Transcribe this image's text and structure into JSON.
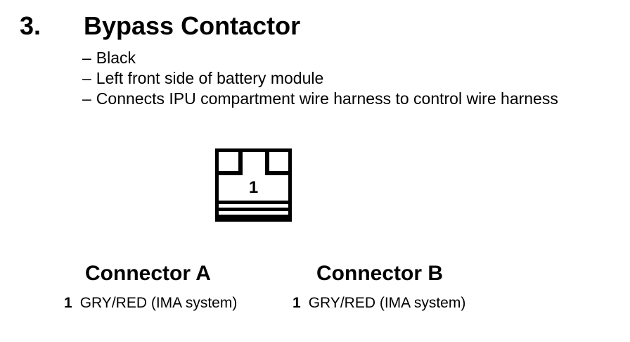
{
  "colors": {
    "ink": "#000000",
    "paper": "#ffffff"
  },
  "section": {
    "number": "3.",
    "title": "Bypass Contactor"
  },
  "features": {
    "bullet": "–",
    "items": [
      "Black",
      "Left front side of battery module",
      "Connects IPU compartment wire harness to control wire harness"
    ]
  },
  "diagram": {
    "cavity_label": "1"
  },
  "connectors": [
    {
      "title": "Connector A",
      "pins": [
        {
          "number": "1",
          "wire": "GRY/RED (IMA system)"
        }
      ]
    },
    {
      "title": "Connector B",
      "pins": [
        {
          "number": "1",
          "wire": "GRY/RED (IMA system)"
        }
      ]
    }
  ]
}
